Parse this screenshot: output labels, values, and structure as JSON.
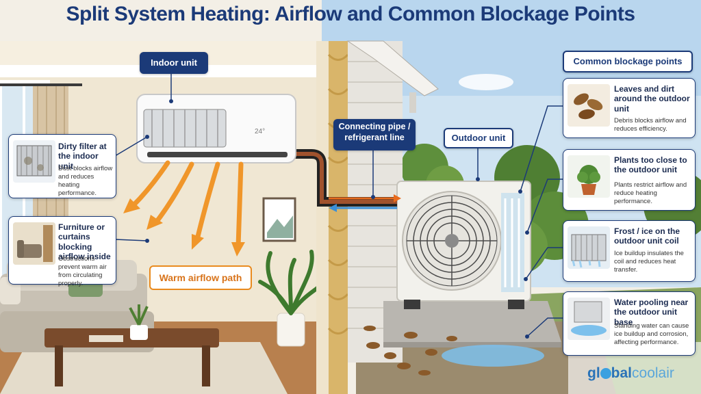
{
  "title": "Split System Heating: Airflow and Common Blockage Points",
  "labels": {
    "indoor_unit": "Indoor unit",
    "connecting_pipe": "Connecting pipe / refrigerant line",
    "outdoor_unit": "Outdoor unit",
    "common_blockage": "Common blockage points",
    "warm_airflow": "Warm airflow path",
    "indoor_display": "24°"
  },
  "left_cards": [
    {
      "title": "Dirty filter at the indoor unit",
      "desc": "Dust blocks airflow and reduces heating performance.",
      "icon": "dirty-filter-icon"
    },
    {
      "title": "Furniture or curtains blocking airflow inside",
      "desc": "Obstructions prevent warm air from circulating properly.",
      "icon": "furniture-icon"
    }
  ],
  "right_cards": [
    {
      "title": "Leaves and dirt around the outdoor unit",
      "desc": "Debris blocks airflow and reduces efficiency.",
      "icon": "leaves-icon"
    },
    {
      "title": "Plants too close to the outdoor unit",
      "desc": "Plants restrict airflow and reduce heating performance.",
      "icon": "plant-icon"
    },
    {
      "title": "Frost / ice on the outdoor unit coil",
      "desc": "Ice buildup insulates the coil and reduces heat transfer.",
      "icon": "frost-coil-icon"
    },
    {
      "title": "Water pooling near the outdoor unit base",
      "desc": "Standing water can cause ice buildup and corrosion, affecting performance.",
      "icon": "water-pool-icon"
    }
  ],
  "logo": {
    "part1": "gl",
    "part2": "bal",
    "part3": "coolair"
  },
  "colors": {
    "navy": "#1b3a78",
    "orange": "#f0962a",
    "blue_line": "#3a8fd8",
    "wall": "#efe6d2"
  }
}
